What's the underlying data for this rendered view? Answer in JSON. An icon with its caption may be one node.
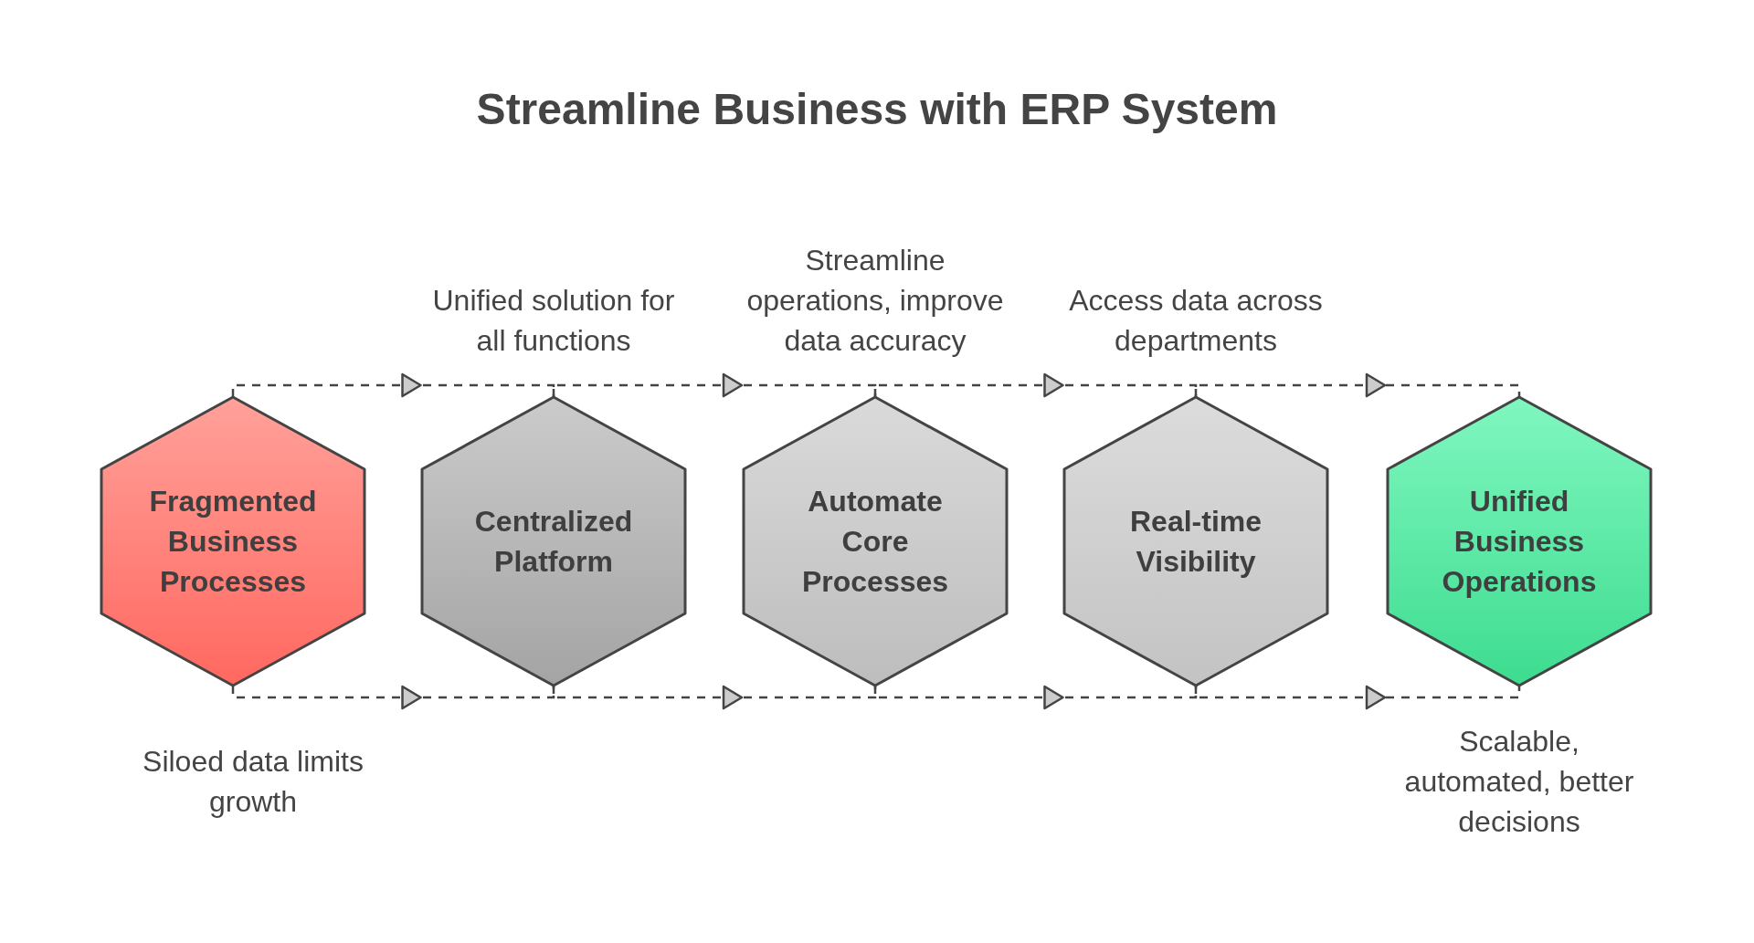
{
  "diagram": {
    "title": "Streamline Business with ERP System",
    "nodes": [
      {
        "text": [
          "Fragmented Business Processes"
        ],
        "beside": [
          "Siloed data limits growth"
        ]
      },
      {
        "text": [
          "Centralized Platform"
        ],
        "beside": [
          "Unified solution for all functions"
        ]
      },
      {
        "text": [
          "Automate Core Processes"
        ],
        "beside": [
          "Streamline operations, improve data accuracy"
        ]
      },
      {
        "text": [
          "Real-time Visibility"
        ],
        "beside": [
          "Access data across departments"
        ]
      },
      {
        "text": [
          "Unified Business Operations"
        ],
        "beside": [
          "Scalable, automated, better decisions"
        ]
      }
    ],
    "edges": [
      {
        "from": 0,
        "to": 1,
        "arrow": "to",
        "style": "dashed"
      },
      {
        "from": 1,
        "to": 2,
        "arrow": "to",
        "style": "dashed"
      },
      {
        "from": 2,
        "to": 3,
        "arrow": "to",
        "style": "dashed"
      },
      {
        "from": 3,
        "to": 4,
        "arrow": "to",
        "style": "dashed"
      },
      {
        "from": 0,
        "to": 1,
        "arrow": "to",
        "style": "dashed"
      },
      {
        "from": 1,
        "to": 2,
        "arrow": "to",
        "style": "dashed"
      },
      {
        "from": 2,
        "to": 3,
        "arrow": "to",
        "style": "dashed"
      },
      {
        "from": 3,
        "to": 4,
        "arrow": "to",
        "style": "dashed"
      }
    ]
  }
}
